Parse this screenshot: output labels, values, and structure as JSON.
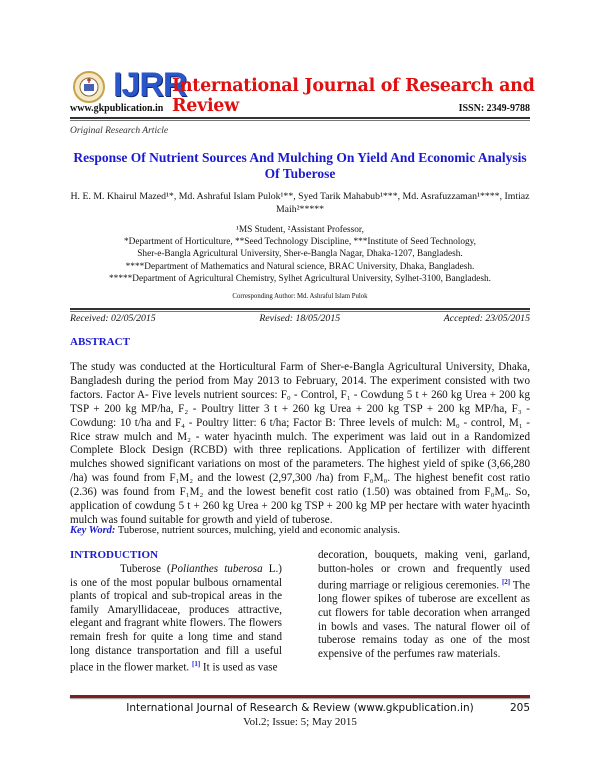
{
  "header": {
    "logo_text": "IJRR",
    "journal_title": "International Journal of Research and Review",
    "website": "www.gkpublication.in",
    "issn": "ISSN: 2349-9788",
    "colors": {
      "logo": "#2a56c9",
      "journal_title": "#e01010",
      "headings": "#1a1ad0"
    }
  },
  "article_type": "Original Research Article",
  "title": "Response Of Nutrient Sources And Mulching On Yield And Economic Analysis Of Tuberose",
  "authors": "H. E. M. Khairul Mazed¹*, Md. Ashraful Islam Pulok¹**, Syed Tarik Mahabub¹***, Md. Asrafuzzaman¹****, Imtiaz Maih²*****",
  "affiliations": [
    "¹MS Student, ²Assistant Professor,",
    "*Department of Horticulture, **Seed Technology Discipline, ***Institute of Seed Technology,",
    "Sher-e-Bangla Agricultural University, Sher-e-Bangla Nagar, Dhaka-1207, Bangladesh.",
    "****Department of Mathematics and Natural science, BRAC University, Dhaka, Bangladesh.",
    "*****Department of Agricultural Chemistry, Sylhet Agricultural University, Sylhet-3100, Bangladesh."
  ],
  "corresponding_author": "Corresponding Author: Md. Ashraful Islam Pulok",
  "dates": {
    "received": "Received: 02/05/2015",
    "revised": "Revised: 18/05/2015",
    "accepted": "Accepted: 23/05/2015"
  },
  "abstract": {
    "heading": "ABSTRACT",
    "text": "The study was conducted at the Horticultural Farm of Sher-e-Bangla Agricultural University, Dhaka, Bangladesh during the period from May 2013 to February, 2014. The experiment consisted with two factors. Factor A- Five levels nutrient sources: F₀ - Control, F₁ - Cowdung 5 t + 260 kg Urea + 200 kg TSP + 200 kg MP/ha, F₂ - Poultry litter 3 t + 260 kg Urea + 200 kg TSP + 200 kg MP/ha, F₃ - Cowdung: 10 t/ha and F₄ - Poultry litter: 6 t/ha; Factor B: Three levels of mulch: M₀ - control, M₁ -Rice straw mulch and M₂ - water hyacinth mulch. The experiment was laid out in a Randomized Complete Block Design (RCBD) with three replications. Application of fertilizer with different mulches showed significant variations on most of the parameters. The highest yield of spike (3,66,280 /ha) was found from F₁M₂ and the lowest (2,97,300 /ha) from F₀M₀. The highest benefit cost ratio (2.36) was found from F₁M₂ and the lowest benefit cost ratio (1.50) was obtained from F₀M₀. So, application of cowdung 5 t + 260 kg Urea + 200 kg TSP + 200 kg MP per hectare with water hyacinth mulch was found suitable for growth and yield of tuberose."
  },
  "keywords": {
    "label": "Key Word:",
    "text": " Tuberose, nutrient sources, mulching, yield and economic analysis."
  },
  "introduction": {
    "heading": "INTRODUCTION",
    "col1_a": "Tuberose (",
    "col1_italic": "Polianthes tuberosa",
    "col1_b": " L.) is one of the most popular bulbous ornamental plants of tropical and sub-tropical areas in the family Amaryllidaceae, produces attractive, elegant and fragrant white flowers. The flowers remain fresh for quite a long time and stand long distance transportation and fill a useful place in the flower market. ",
    "ref1": "[1]",
    "col1_c": " It is used as vase",
    "col2_a": "decoration, bouquets, making veni, garland, button-holes or crown and frequently used during marriage or religious ceremonies. ",
    "ref2": "[2]",
    "col2_b": " The long flower spikes of tuberose are excellent as cut flowers for table decoration when arranged in bowls and vases. The natural flower oil of tuberose remains today as one of the most expensive of the perfumes raw materials."
  },
  "footer": {
    "journal": "International Journal of Research & Review (www.gkpublication.in)",
    "page": "205",
    "issue": "Vol.2; Issue: 5; May 2015"
  }
}
